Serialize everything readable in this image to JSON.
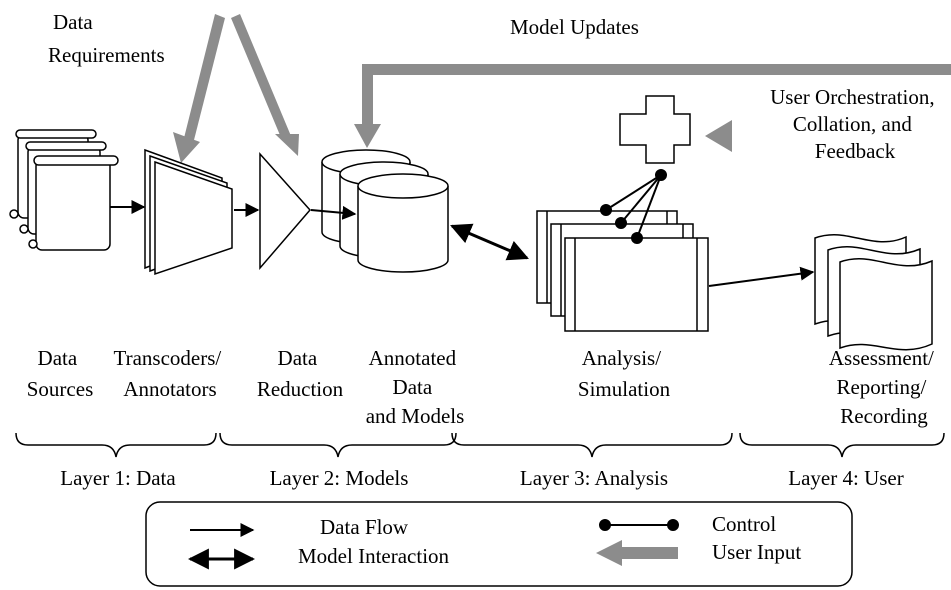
{
  "colors": {
    "ink": "#000000",
    "user_input_arrow": "#8c8c8c",
    "background": "#ffffff"
  },
  "top_labels": {
    "data_requirements": [
      "Data",
      "Requirements"
    ],
    "model_updates": "Model Updates",
    "user_orchestration": [
      "User Orchestration,",
      "Collation, and",
      "Feedback"
    ]
  },
  "components": {
    "data_sources": [
      "Data",
      "Sources"
    ],
    "transcoders": [
      "Transcoders/",
      "Annotators"
    ],
    "data_reduction": [
      "Data",
      "Reduction"
    ],
    "annotated": [
      "Annotated",
      "Data",
      "and Models"
    ],
    "analysis": [
      "Analysis/",
      "Simulation"
    ],
    "assessment": [
      "Assessment/",
      "Reporting/",
      "Recording"
    ]
  },
  "layers": [
    "Layer 1: Data",
    "Layer 2: Models",
    "Layer 3: Analysis",
    "Layer 4: User"
  ],
  "legend": {
    "data_flow": "Data Flow",
    "model_interaction": "Model Interaction",
    "control": "Control",
    "user_input": "User Input"
  }
}
